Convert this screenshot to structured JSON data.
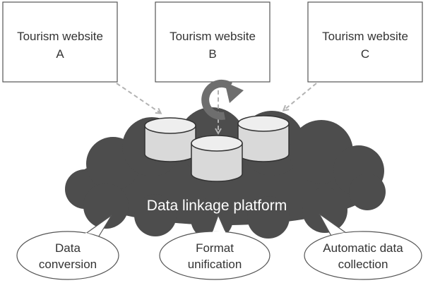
{
  "sources": [
    {
      "line1": "Tourism website",
      "line2": "A"
    },
    {
      "line1": "Tourism website",
      "line2": "B"
    },
    {
      "line1": "Tourism website",
      "line2": "C"
    }
  ],
  "platform": {
    "label": "Data linkage platform"
  },
  "functions": [
    {
      "line1": "Data",
      "line2": "conversion"
    },
    {
      "line1": "Format",
      "line2": "unification"
    },
    {
      "line1": "Automatic data",
      "line2": "collection"
    }
  ],
  "colors": {
    "cloud": "#4d4d4d",
    "cylinder_fill": "#d9d9d9",
    "cylinder_top": "#eeeeee",
    "arrow": "#b3b3b3",
    "cycle_arrow": "#6e6e6e",
    "box_border": "#555555"
  }
}
